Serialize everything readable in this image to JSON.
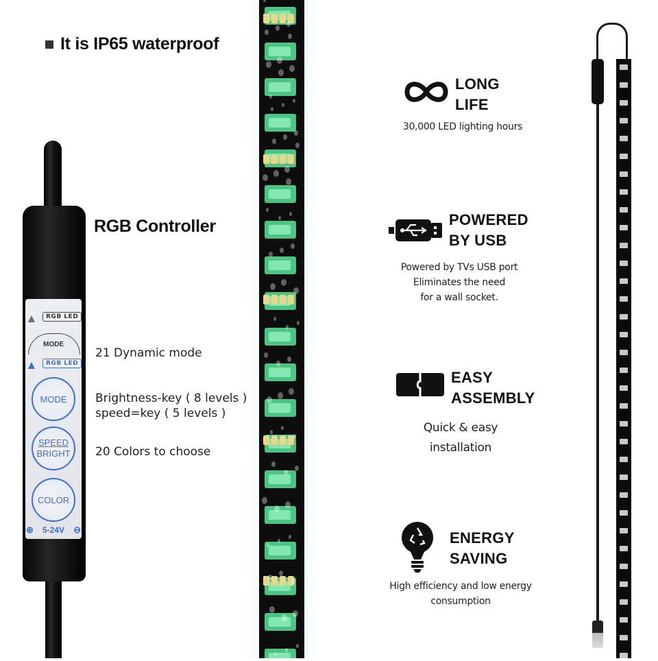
{
  "headline": "It is IP65 waterproof",
  "controller": {
    "title": "RGB Controller",
    "tag_top": "RGB LED",
    "tag_mid": "RGB LED",
    "mode_key_label": "MODE",
    "button_mode": "MODE",
    "button_speed": "SPEED",
    "button_bright": "BRIGHT",
    "button_color": "COLOR",
    "voltage": "5-24V",
    "features": [
      "21 Dynamic mode",
      "Brightness-key ( 8 levels )",
      "speed=key ( 5 levels )",
      "20 Colors to choose"
    ]
  },
  "features": [
    {
      "icon": "infinity-icon",
      "title_line1": "LONG",
      "title_line2": "LIFE",
      "desc": "30,000 LED lighting hours"
    },
    {
      "icon": "usb-plug-icon",
      "title_line1": "POWERED",
      "title_line2": "BY USB",
      "desc": "Powered by TVs USB port\nEliminates the need\nfor a wall socket."
    },
    {
      "icon": "puzzle-icon",
      "title_line1": "EASY",
      "title_line2": "ASSEMBLY",
      "desc": "Quick & easy\ninstallation"
    },
    {
      "icon": "lightbulb-recycle-icon",
      "title_line1": "ENERGY",
      "title_line2": "SAVING",
      "desc": "High efficiency and low energy\nconsumption"
    }
  ],
  "colors": {
    "accent_blue": "#3a6fd8",
    "led_green": "#58e69a",
    "strip_black": "#0d0d0d"
  }
}
